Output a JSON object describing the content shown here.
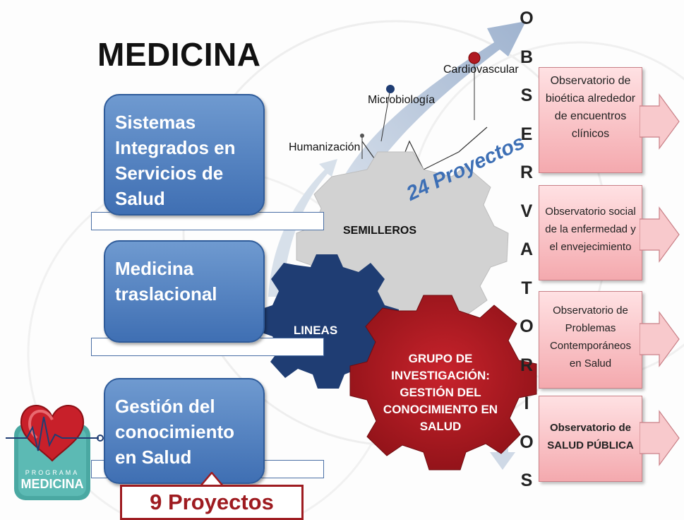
{
  "title": "MEDICINA",
  "lines": [
    {
      "label": "Sistemas Integrados en Servicios de Salud"
    },
    {
      "label": "Medicina traslacional"
    },
    {
      "label": "Gestión del conocimiento en Salud"
    }
  ],
  "seedbeds": {
    "label": "SEMILLEROS",
    "projects": "24 Proyectos",
    "topics": [
      "Humanización",
      "Microbiología",
      "Cardiovascular"
    ]
  },
  "lineas_gear": "LINEAS",
  "research_group": "GRUPO DE INVESTIGACIÓN: GESTIÓN DEL CONOCIMIENTO EN SALUD",
  "lines_projects": "9 Proyectos",
  "observatorios_letters": [
    "O",
    "B",
    "S",
    "E",
    "R",
    "V",
    "A",
    "T",
    "O",
    "R",
    "I",
    "O",
    "S"
  ],
  "observatorios": [
    "Observatorio de bioética alrededor de encuentros clínicos",
    "Observatorio social de la enfermedad y el envejecimiento",
    "Observatorio de Problemas Contemporáneos en Salud",
    "Observatorio de SALUD PÚBLICA"
  ],
  "logo": {
    "line1": "PROGRAMA",
    "line2": "MEDICINA"
  },
  "colors": {
    "line_blue": "#4a78b8",
    "gear_red": "#b01a22",
    "gear_navy": "#1f3d73",
    "gear_gray": "#d3d3d3",
    "obs_pink": "#f4a9ae"
  }
}
